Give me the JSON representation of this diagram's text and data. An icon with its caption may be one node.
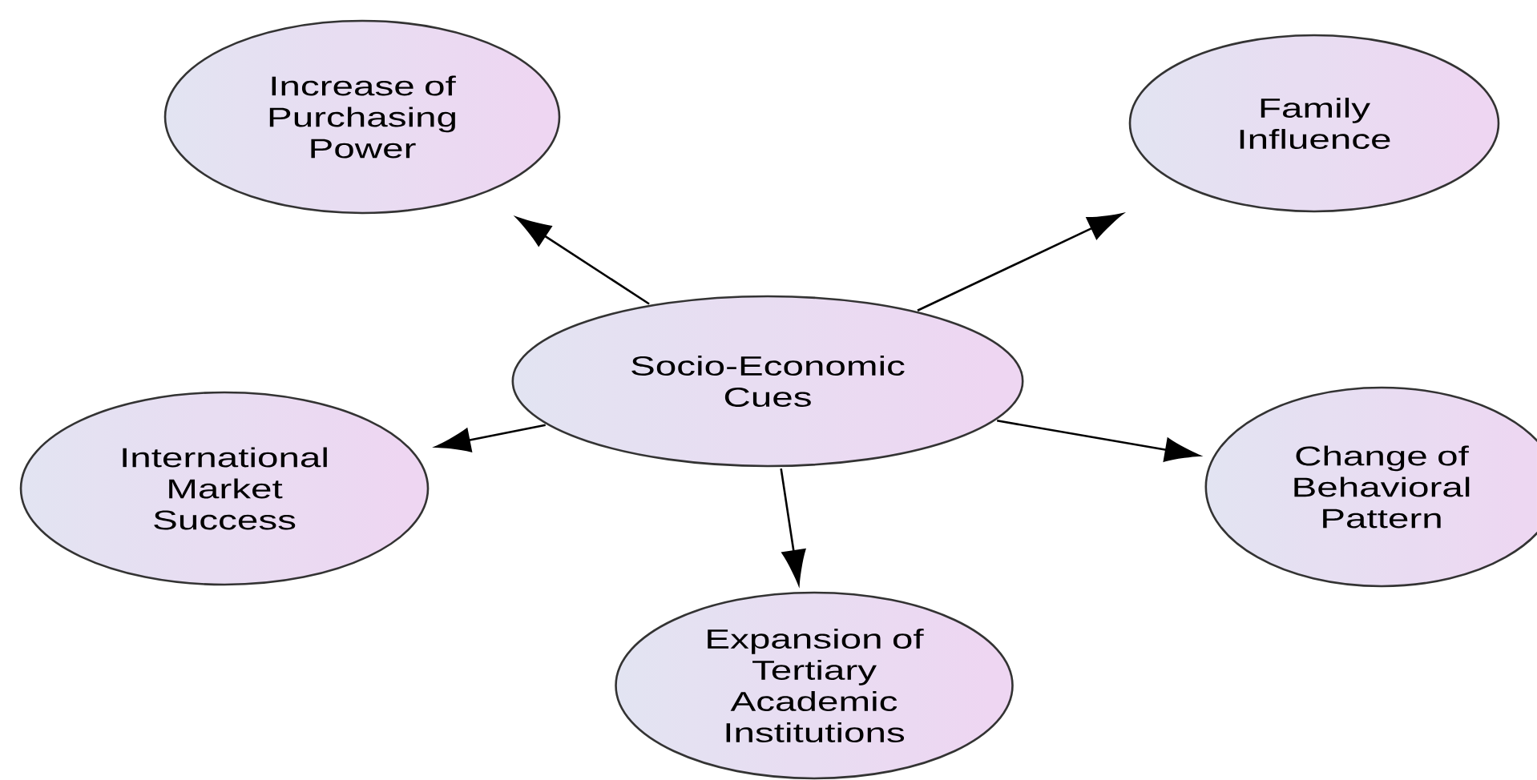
{
  "diagram": {
    "nodes": [
      {
        "text": [
          "Increase of Purchasing Power"
        ]
      },
      {
        "text": [
          "Family Influence"
        ]
      },
      {
        "text": [
          "Socio-Economic Cues"
        ]
      },
      {
        "text": [
          "International Market Success"
        ]
      },
      {
        "text": [
          "Change of Behavioral Pattern"
        ]
      },
      {
        "text": [
          "Expansion of Tertiary Academic Institutions"
        ]
      }
    ],
    "edges": [
      {
        "from": 2,
        "to": 0,
        "arrow": "to"
      },
      {
        "from": 2,
        "to": 1,
        "arrow": "to"
      },
      {
        "from": 2,
        "to": 3,
        "arrow": "to"
      },
      {
        "from": 2,
        "to": 4,
        "arrow": "to"
      },
      {
        "from": 2,
        "to": 5,
        "arrow": "to"
      }
    ]
  }
}
